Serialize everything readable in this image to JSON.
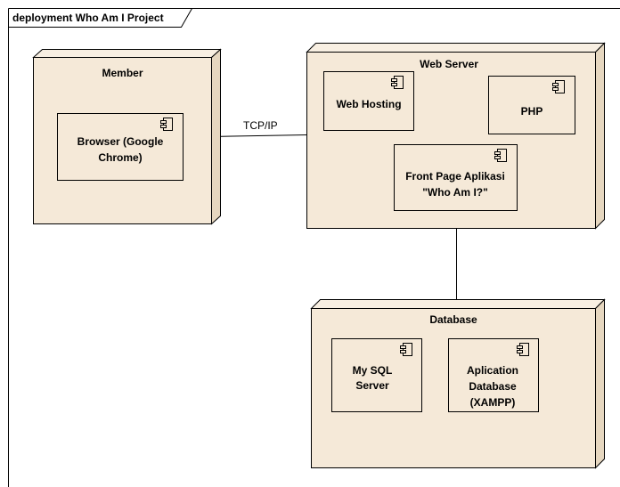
{
  "frame": {
    "title": "deployment Who Am I Project"
  },
  "colors": {
    "node_fill": "#f5e9d8",
    "node_top": "#f8efe2",
    "node_side": "#e6d7c0",
    "component_fill": "#f5e9d8",
    "stroke": "#000000"
  },
  "nodes": {
    "member": {
      "label": "Member"
    },
    "web_server": {
      "label": "Web Server"
    },
    "database": {
      "label": "Database"
    }
  },
  "components": {
    "browser": {
      "line1": "Browser (Google",
      "line2": "Chrome)"
    },
    "web_hosting": {
      "line1": "Web Hosting"
    },
    "php": {
      "line1": "PHP"
    },
    "front_page": {
      "line1": "Front Page Aplikasi",
      "line2": "\"Who Am I?\""
    },
    "mysql": {
      "line1": "My SQL",
      "line2": "Server"
    },
    "app_db": {
      "line1": "Aplication",
      "line2": "Database",
      "line3": "(XAMPP)"
    }
  },
  "connectors": {
    "member_web": {
      "label": "TCP/IP"
    },
    "web_db": {
      "label": ""
    }
  }
}
